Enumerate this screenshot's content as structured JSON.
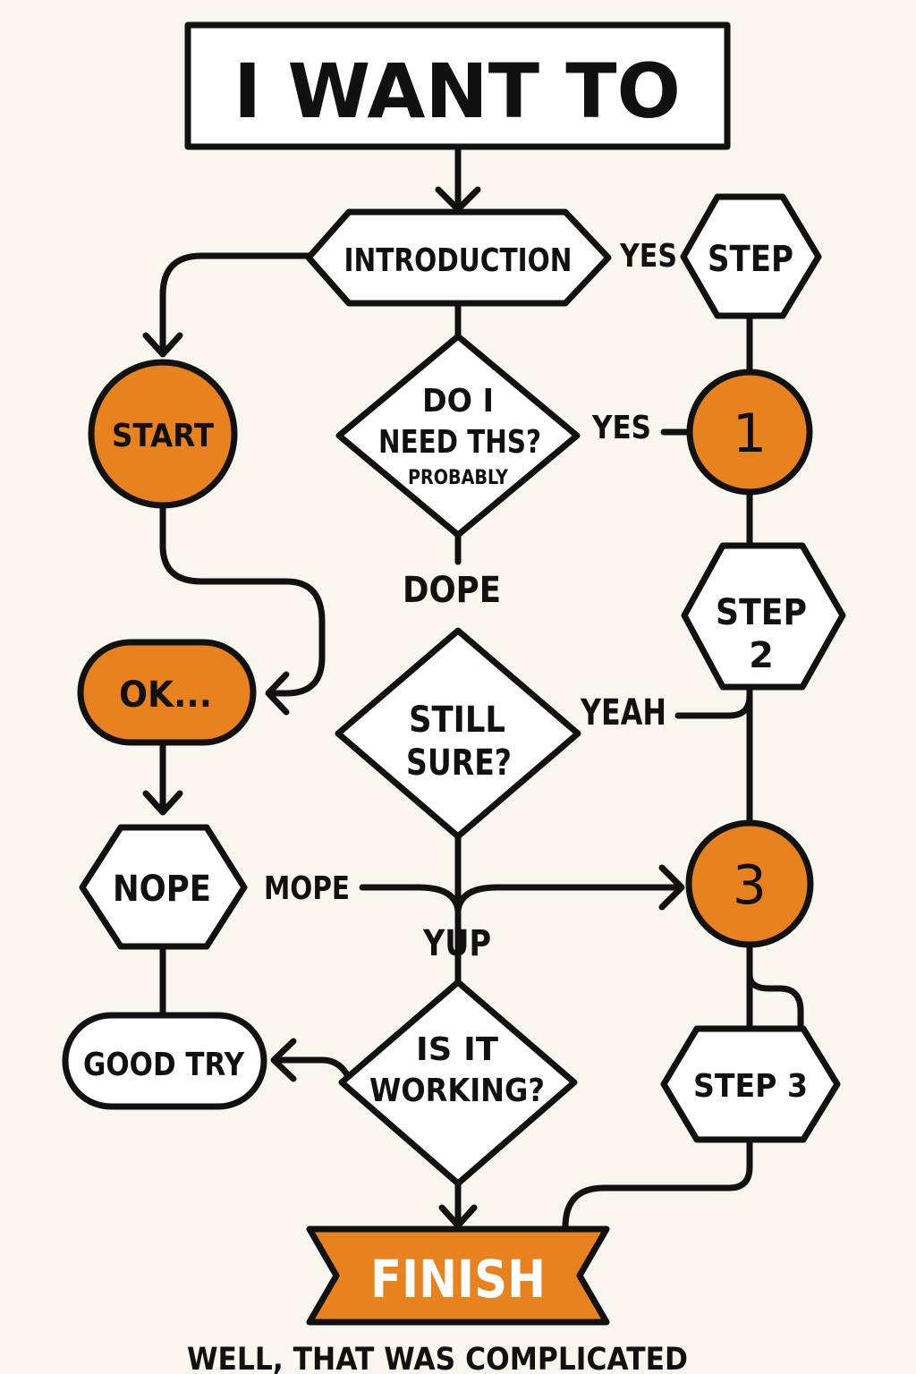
{
  "colors": {
    "background": "#f9f6f0",
    "ink": "#111111",
    "accent": "#e8821e",
    "paper": "#ffffff",
    "finish_text": "#ffffff"
  },
  "title": "I WANT TO",
  "nodes": {
    "introduction": "INTRODUCTION",
    "step_top": "STEP",
    "start": "START",
    "need_this": {
      "line1": "DO I",
      "line2": "NEED THS?",
      "line3": "PROBABLY"
    },
    "circle_1": "1",
    "step_2": {
      "line1": "STEP",
      "line2": "2"
    },
    "ok": "OK...",
    "still_sure": {
      "line1": "STILL",
      "line2": "SURE?"
    },
    "nope": "NOPE",
    "circle_3": "3",
    "good_try": "GOOD TRY",
    "is_it_working": {
      "line1": "IS IT",
      "line2": "WORKING?"
    },
    "step_3": "STEP 3",
    "finish": "FINISH"
  },
  "edge_labels": {
    "yes_top": "YES",
    "yes_mid": "YES",
    "dope": "DOPE",
    "yeah": "YEAH",
    "mope": "MOPE",
    "yup": "YUP"
  },
  "footer": "WELL, THAT WAS COMPLICATED"
}
